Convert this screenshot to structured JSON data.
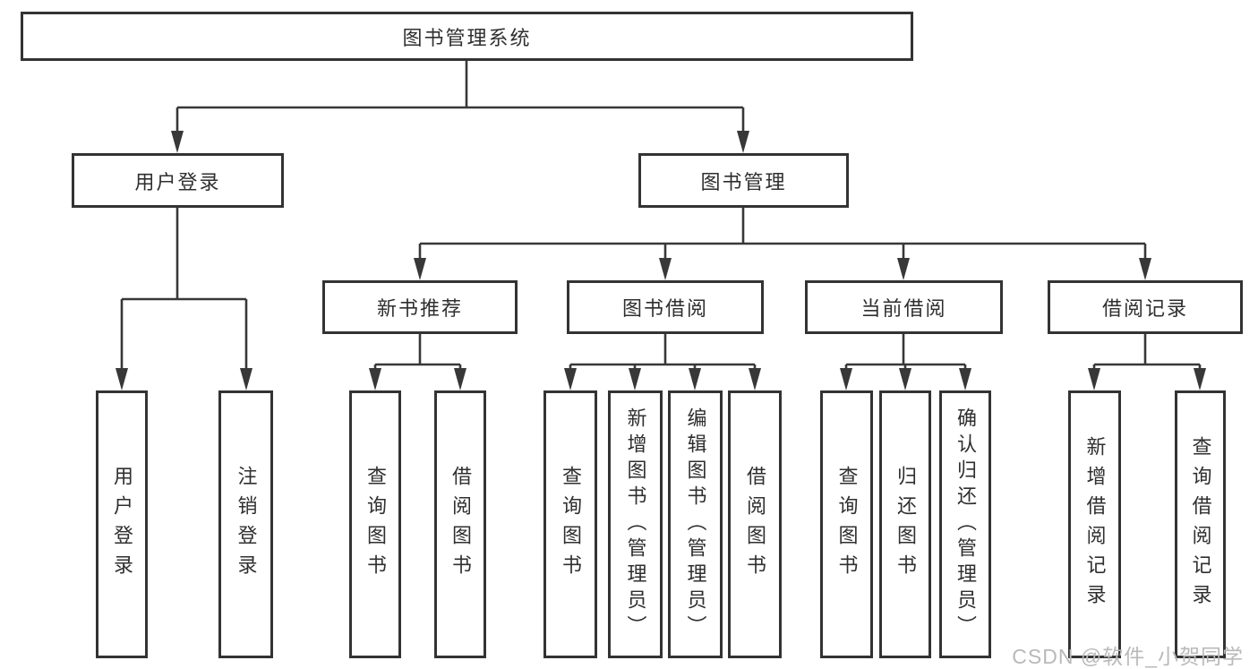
{
  "tree": {
    "label": "图书管理系统",
    "children": [
      {
        "label": "用户登录",
        "children": [
          {
            "label": "用户登录"
          },
          {
            "label": "注销登录"
          }
        ]
      },
      {
        "label": "图书管理",
        "children": [
          {
            "label": "新书推荐",
            "children": [
              {
                "label": "查询图书"
              },
              {
                "label": "借阅图书"
              }
            ]
          },
          {
            "label": "图书借阅",
            "children": [
              {
                "label": "查询图书"
              },
              {
                "label": "新增图书（管理员）"
              },
              {
                "label": "编辑图书（管理员）"
              },
              {
                "label": "借阅图书"
              }
            ]
          },
          {
            "label": "当前借阅",
            "children": [
              {
                "label": "查询图书"
              },
              {
                "label": "归还图书"
              },
              {
                "label": "确认归还（管理员）"
              }
            ]
          },
          {
            "label": "借阅记录",
            "children": [
              {
                "label": "新增借阅记录"
              },
              {
                "label": "查询借阅记录"
              }
            ]
          }
        ]
      }
    ]
  },
  "watermark": {
    "text": "CSDN @软件_小贺同学",
    "color": "#b9b9b9"
  },
  "colors": {
    "line": "#383838",
    "text": "#2f2f2f",
    "box_fill": "#ffffff"
  }
}
